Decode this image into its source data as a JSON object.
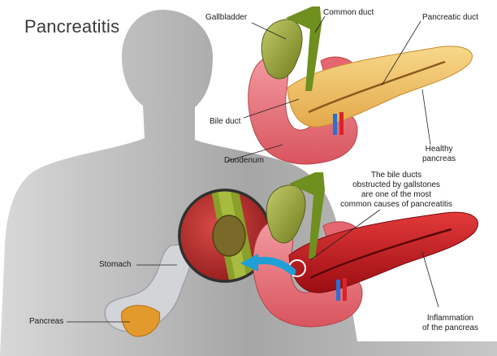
{
  "title": "Pancreatitis",
  "labels": {
    "gallbladder": "Gallbladder",
    "common_duct": "Common duct",
    "pancreatic_duct": "Pancreatic duct",
    "bile_duct": "Bile duct",
    "healthy_pancreas": [
      "Healthy",
      "pancreas"
    ],
    "duodenum": "Duodenum",
    "obstruction_note": [
      "The bile ducts",
      "obstructed by gallstones",
      "are one of the most",
      "common causes of pancreatitis"
    ],
    "stomach": "Stomach",
    "pancreas": "Pancreas",
    "inflammation": [
      "Inflammation",
      "of the pancreas"
    ]
  },
  "colors": {
    "body": "#9a9a9a",
    "duodenum": "#e8737a",
    "healthy_pancreas": "#f1c16a",
    "inflamed_pancreas": "#c4161c",
    "gallbladder": "#9aa63a",
    "bile_duct": "#6f8f1e",
    "arrow": "#1e9fd6",
    "stomach": "#c9cbd0",
    "pancreas_small": "#e39a2c"
  }
}
